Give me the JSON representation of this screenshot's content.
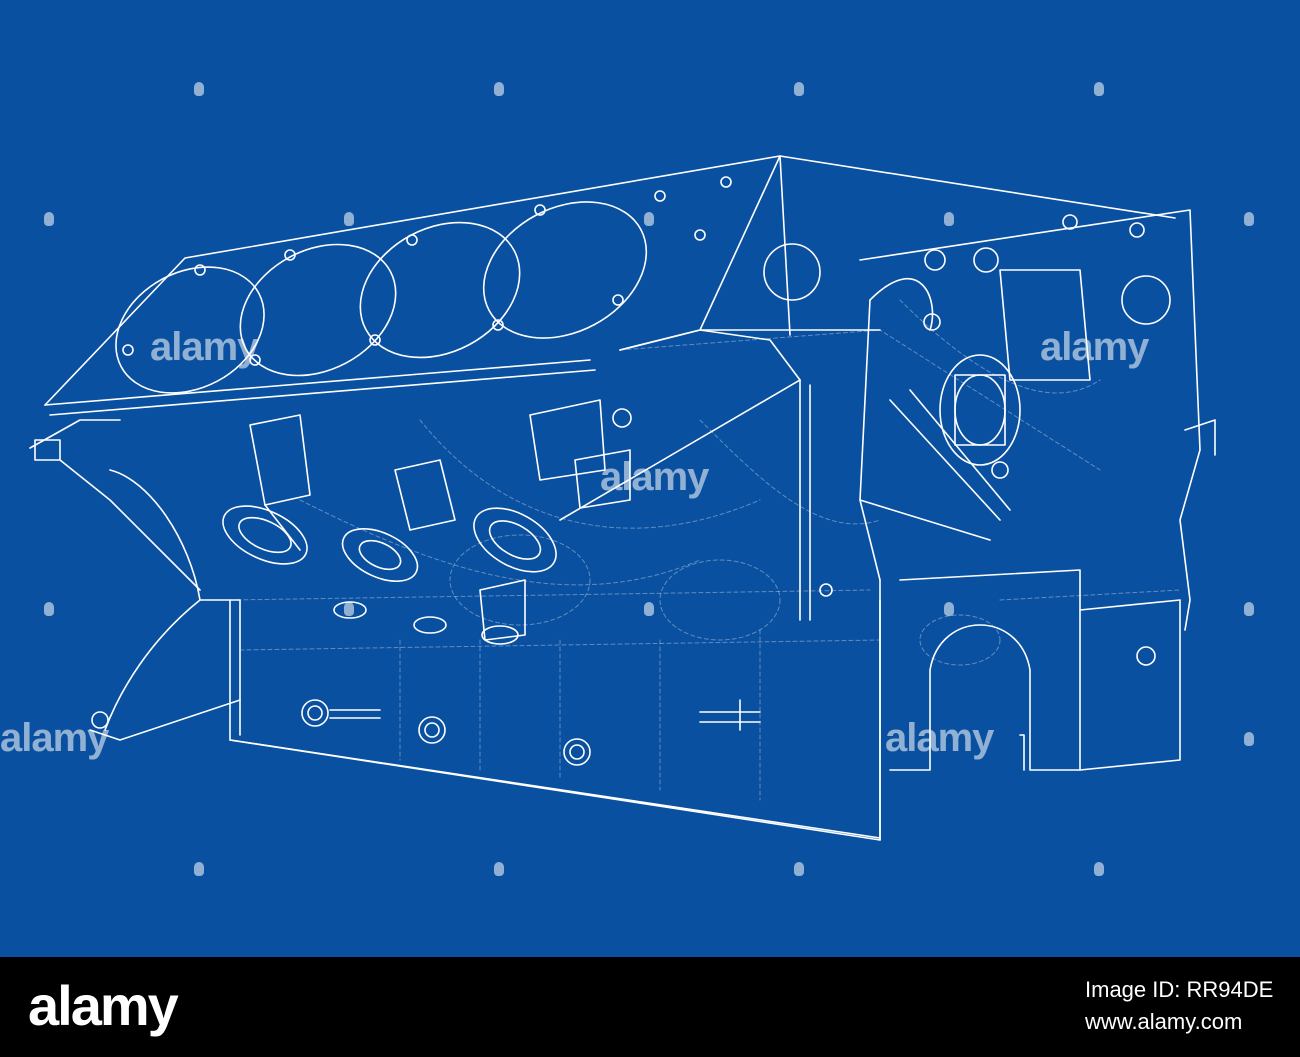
{
  "colors": {
    "background": "#0a50a0",
    "line": "#ffffff",
    "footer": "#000000"
  },
  "watermark": {
    "text": "alamy",
    "big_text": "alamy"
  },
  "footer": {
    "logo": "alamy",
    "image_id": "Image ID: RR94DE",
    "url": "www.alamy.com"
  }
}
